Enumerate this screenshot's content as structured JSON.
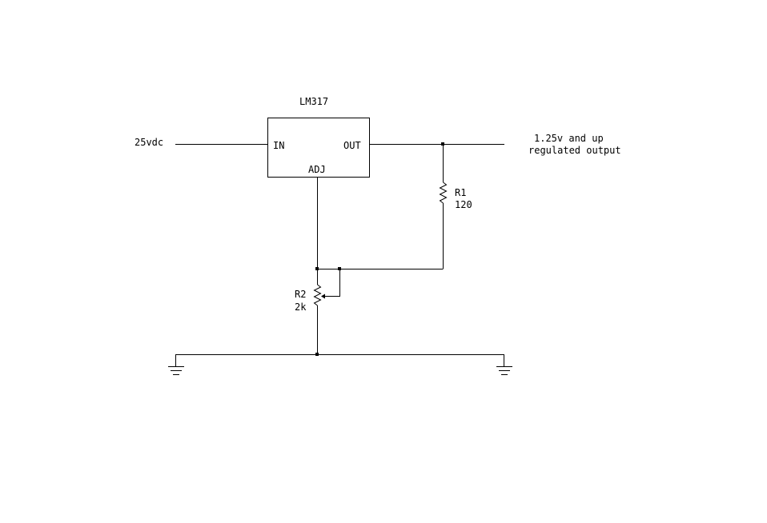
{
  "regulator": {
    "name": "LM317",
    "pin_in": "IN",
    "pin_out": "OUT",
    "pin_adj": "ADJ"
  },
  "input": {
    "label": "25vdc"
  },
  "output": {
    "line1": "1.25v and up",
    "line2": "regulated output"
  },
  "r1": {
    "ref": "R1",
    "value": "120"
  },
  "r2": {
    "ref": "R2",
    "value": "2k"
  },
  "colors": {
    "ink": "#000000",
    "background": "#ffffff"
  }
}
